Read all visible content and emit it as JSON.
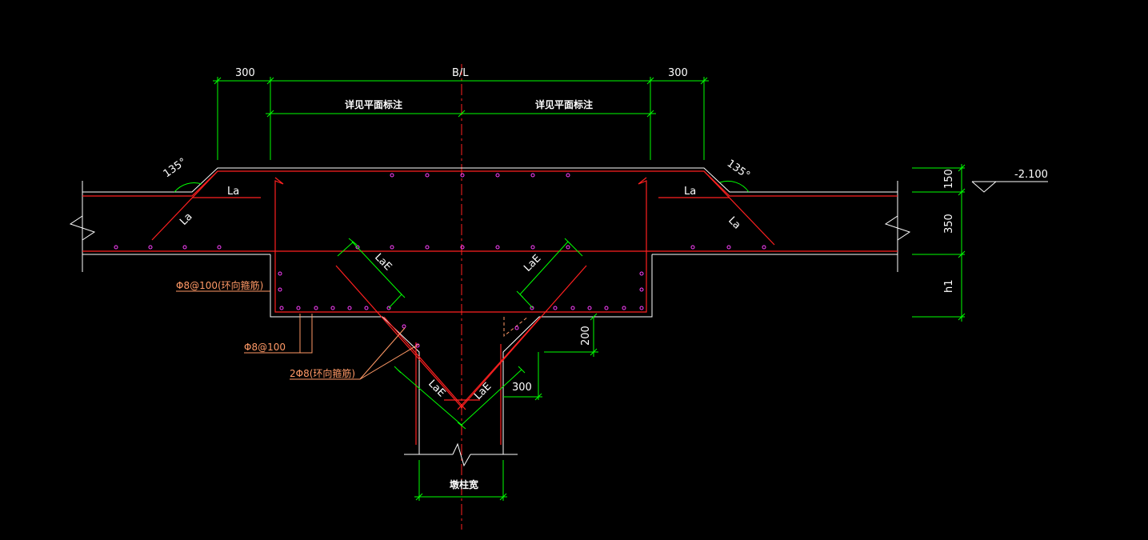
{
  "colors": {
    "background": "#000000",
    "concrete_outline": "#ffffff",
    "rebar": "#ff2020",
    "dimension": "#00ff00",
    "centerline": "#ff2020",
    "annotation_leader": "#ff9966",
    "rebar_dot": "#ff40ff"
  },
  "labels": {
    "dim_top_left": "300",
    "dim_top_center": "B/L",
    "dim_top_right": "300",
    "note_left": "详见平面标注",
    "note_right": "详见平面标注",
    "angle_left": "135°",
    "angle_right": "135°",
    "la_left_h": "La",
    "la_left_d": "La",
    "la_right_h": "La",
    "la_right_d": "La",
    "lae_upper_left": "LaE",
    "lae_upper_right": "LaE",
    "lae_lower_left": "LaE",
    "lae_lower_right": "LaE",
    "stirrup_note": "Φ8@100(环向箍筋)",
    "bar_note": "Φ8@100",
    "ring_note": "2Φ8(环向箍筋)",
    "dim_200": "200",
    "dim_300": "300",
    "pier_width": "墩柱宽",
    "elev_150": "150",
    "elev_350": "350",
    "elev_h1": "h1",
    "elevation": "-2.100"
  }
}
